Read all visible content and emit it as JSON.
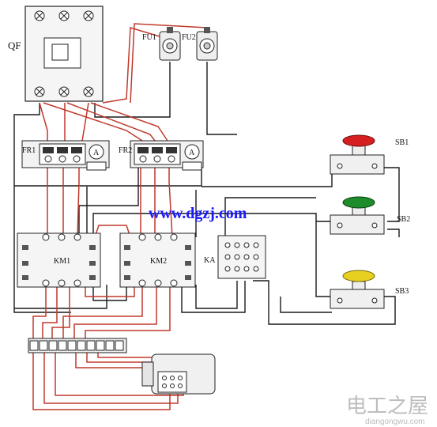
{
  "labels": {
    "qf": "QF",
    "fu1": "FU1",
    "fu2": "FU2",
    "fr1": "FR1",
    "fr2": "FR2",
    "km1": "KM1",
    "km2": "KM2",
    "ka": "KA",
    "sb1": "SB1",
    "sb2": "SB2",
    "sb3": "SB3",
    "ammeter": "A"
  },
  "watermark": "www.dgzj.com",
  "corner_logo": {
    "title": "电工之屋",
    "url": "diangongwu.com"
  },
  "colors": {
    "wire_black": "#1a1a1a",
    "wire_red": "#c0392b",
    "button_red": "#d62020",
    "button_green": "#1e8c2a",
    "button_yellow": "#e8d020",
    "watermark": "#1a1aff"
  }
}
